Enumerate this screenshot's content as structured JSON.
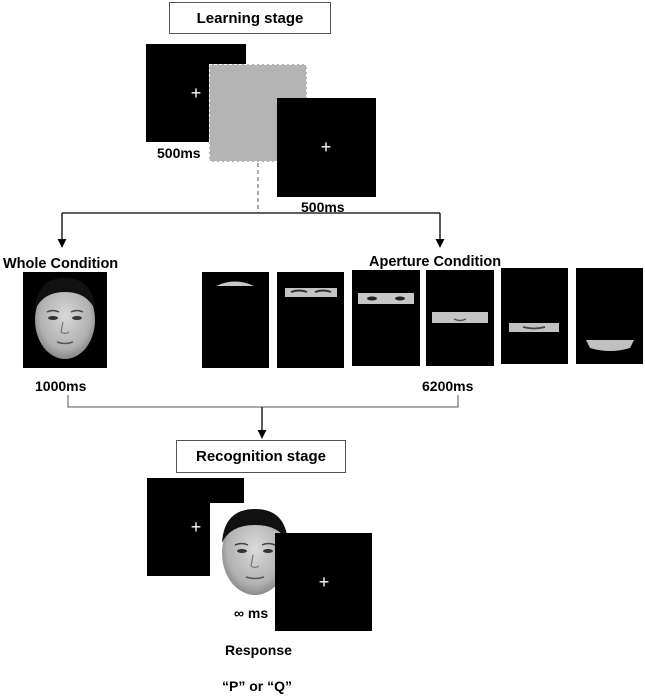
{
  "learning_stage": {
    "title": "Learning stage",
    "fixation_duration": "500ms",
    "post_fixation_duration": "500ms",
    "fixation_symbol": "+"
  },
  "whole_condition": {
    "title": "Whole Condition",
    "duration": "1000ms"
  },
  "aperture_condition": {
    "title": "Aperture Condition",
    "duration": "6200ms",
    "frames": [
      "forehead",
      "brows",
      "eyes",
      "nose",
      "mouth",
      "chin"
    ]
  },
  "recognition_stage": {
    "title": "Recognition stage",
    "test_duration": "∞ ms",
    "response_label": "Response",
    "response_keys": "“P” or “Q”",
    "fixation_symbol": "+"
  }
}
